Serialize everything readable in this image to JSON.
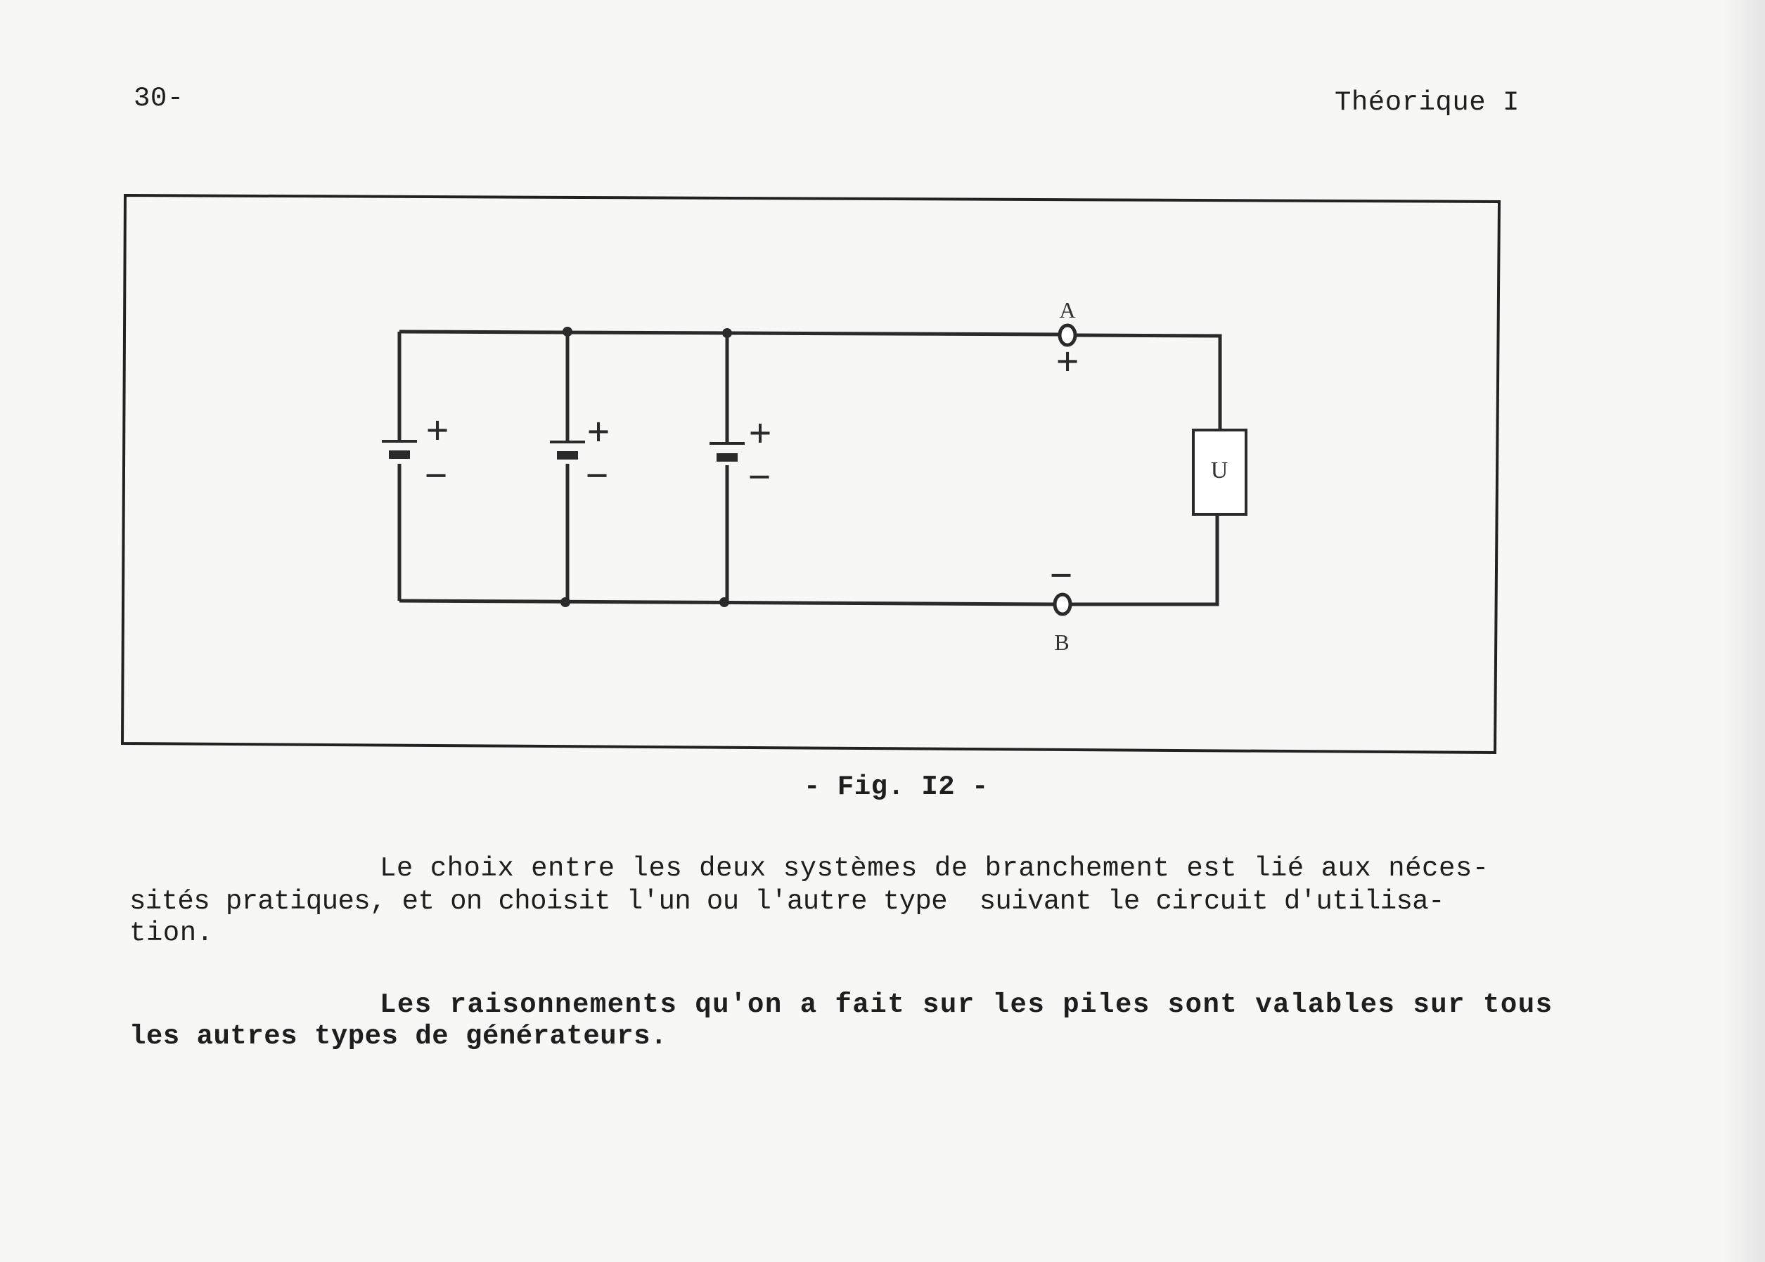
{
  "header": {
    "page_number": "30-",
    "section": "Théorique I"
  },
  "figure": {
    "caption": "- Fig. I2 -",
    "terminal_a": "A",
    "terminal_b": "B",
    "load_label": "U",
    "plus_sign": "+",
    "minus_sign": "−"
  },
  "body": {
    "paragraph1": [
      "Le choix entre les deux systèmes de branchement est lié aux néces-",
      "sités pratiques, et on choisit l'un ou l'autre type  suivant le circuit d'utilisa-",
      "tion."
    ],
    "paragraph2": [
      "Les raisonnements qu'on a fait sur les piles sont valables sur tous",
      "les autres types de générateurs."
    ]
  }
}
